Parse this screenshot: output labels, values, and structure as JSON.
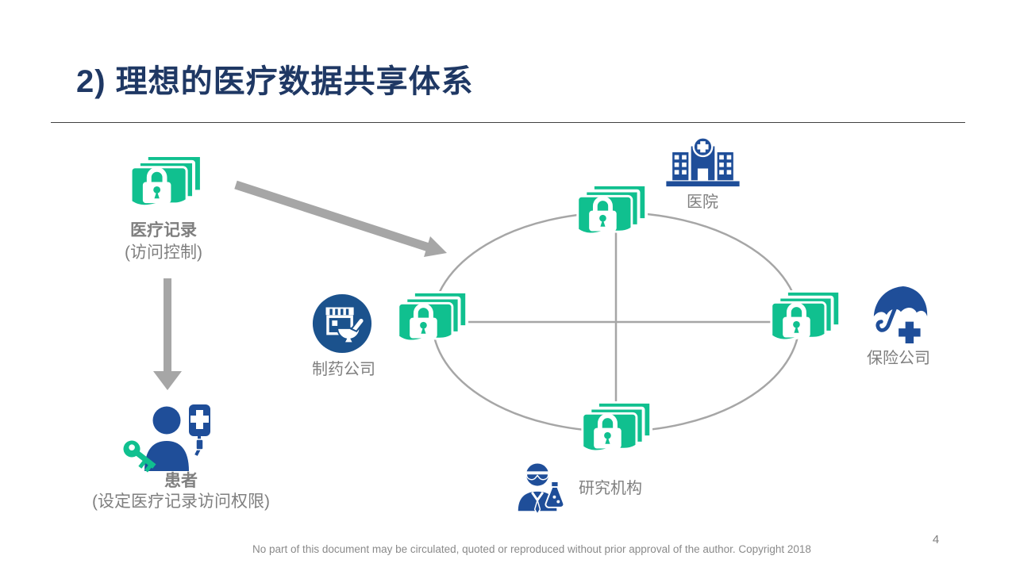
{
  "slide": {
    "title": "2) 理想的医疗数据共享体系",
    "footer": "No part of this document may be circulated, quoted or reproduced without prior approval of the author. Copyright 2018",
    "page_number": "4"
  },
  "diagram": {
    "medical_record": {
      "label": "医疗记录",
      "sublabel": "(访问控制)"
    },
    "patient": {
      "label": "患者",
      "sublabel": "(设定医疗记录访问权限)"
    },
    "hospital": {
      "label": "医院"
    },
    "insurance": {
      "label": "保险公司"
    },
    "pharma": {
      "label": "制药公司"
    },
    "research": {
      "label": "研究机构"
    }
  },
  "icons": {
    "medical_record": "locked-records-stack-icon",
    "patient": "patient-with-key-icon",
    "hospital": "hospital-building-icon",
    "insurance": "umbrella-cross-icon",
    "pharma": "pharmacy-mortar-icon",
    "research": "scientist-flask-icon"
  },
  "colors": {
    "title_navy": "#1F3864",
    "icon_blue": "#1F4E99",
    "pharma_blue": "#1B528D",
    "record_green": "#10C08F",
    "connector_gray": "#A6A6A6",
    "label_gray": "#7F7F7F"
  }
}
